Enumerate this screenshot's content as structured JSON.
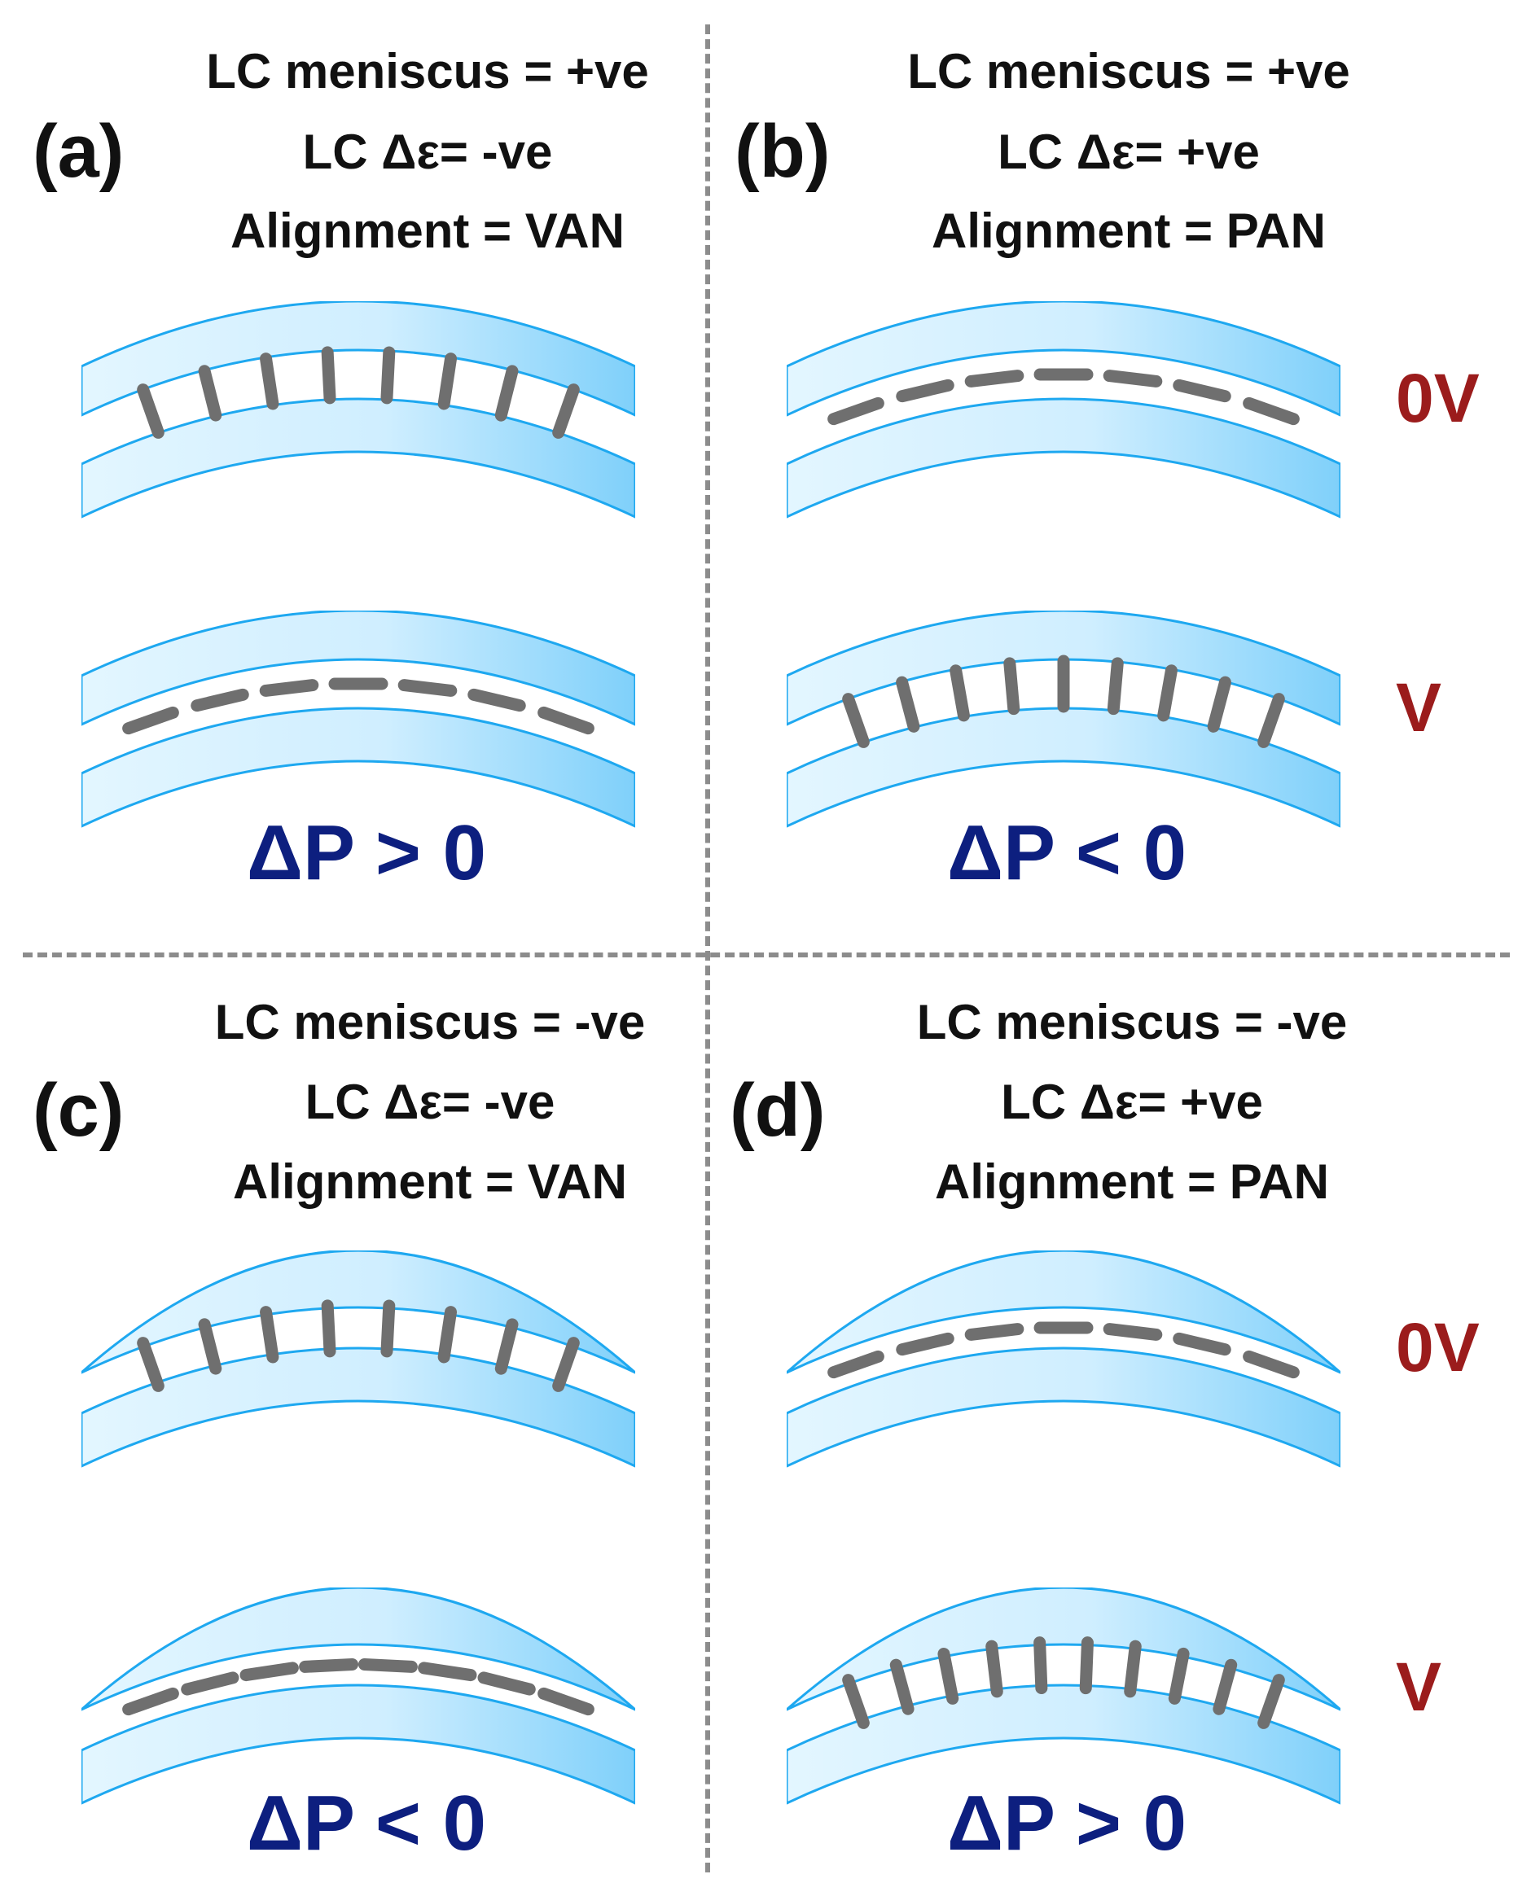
{
  "panels": {
    "a": {
      "label": "(a)",
      "meniscus": "LC meniscus = +ve",
      "delta_eps": "LC Δε= -ve",
      "alignment": "Alignment = VAN",
      "delta_p": "ΔP > 0"
    },
    "b": {
      "label": "(b)",
      "meniscus": "LC meniscus = +ve",
      "delta_eps": "LC Δε= +ve",
      "alignment": "Alignment = PAN",
      "delta_p": "ΔP < 0"
    },
    "c": {
      "label": "(c)",
      "meniscus": "LC meniscus = -ve",
      "delta_eps": "LC Δε= -ve",
      "alignment": "Alignment = VAN",
      "delta_p": "ΔP < 0"
    },
    "d": {
      "label": "(d)",
      "meniscus": "LC meniscus = -ve",
      "delta_eps": "LC Δε= +ve",
      "alignment": "Alignment = PAN",
      "delta_p": "ΔP > 0"
    }
  },
  "voltages": {
    "off": "0V",
    "on": "V"
  },
  "colors": {
    "substrate_fill": "#cfeeff",
    "substrate_edge": "#1ea8f0",
    "molecule": "#6f6f6f",
    "voltage_text": "#9b1c1c",
    "delta_p_text": "#0d1f7f",
    "divider": "#8c8c8c"
  }
}
